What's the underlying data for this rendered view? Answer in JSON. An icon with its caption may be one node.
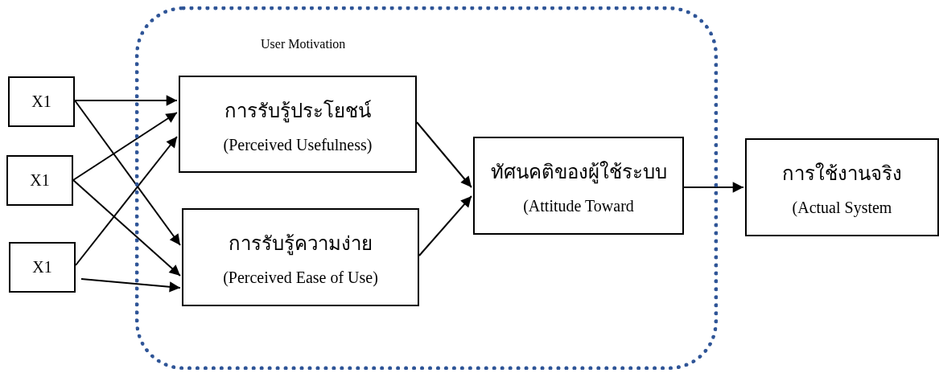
{
  "diagram": {
    "nodes": [
      {
        "text": [
          "X1"
        ]
      },
      {
        "text": [
          "X1"
        ]
      },
      {
        "text": [
          "X1"
        ]
      },
      {
        "text": [
          "User Motivation"
        ]
      },
      {
        "text": [
          "การรับรู้ประโยชน์",
          "(Perceived Usefulness)"
        ],
        "in": 3
      },
      {
        "text": [
          "การรับรู้ความง่าย",
          "(Perceived Ease of Use)"
        ],
        "in": 3
      },
      {
        "text": [
          "ทัศนคติของผู้ใช้ระบบ",
          "(Attitude Toward"
        ],
        "in": 3
      },
      {
        "text": [
          "การใช้งานจริง",
          "(Actual System"
        ]
      }
    ],
    "edges": [
      {
        "from": 0,
        "to": 4,
        "arrow": "to"
      },
      {
        "from": 0,
        "to": 5,
        "arrow": "to"
      },
      {
        "from": 1,
        "to": 4,
        "arrow": "to"
      },
      {
        "from": 1,
        "to": 5,
        "arrow": "to"
      },
      {
        "from": 2,
        "to": 4,
        "arrow": "to"
      },
      {
        "from": 2,
        "to": 5,
        "arrow": "to"
      },
      {
        "from": 4,
        "to": 6,
        "arrow": "to"
      },
      {
        "from": 5,
        "to": 6,
        "arrow": "to"
      },
      {
        "from": 6,
        "to": 7,
        "arrow": "to"
      }
    ]
  }
}
